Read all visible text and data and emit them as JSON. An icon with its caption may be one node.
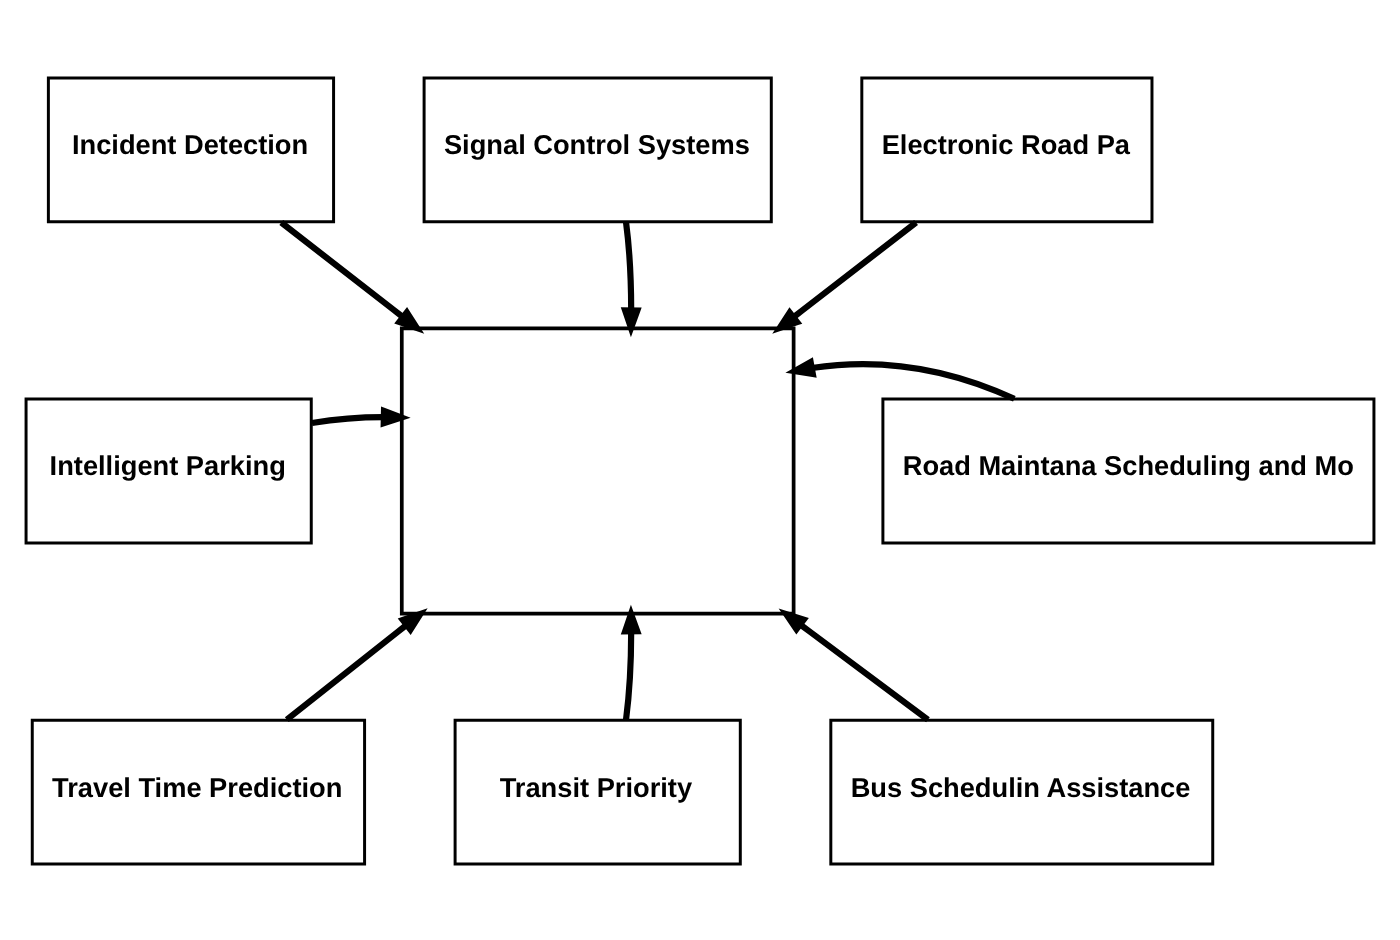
{
  "diagram": {
    "nodes": [
      {
        "text": [
          "Signal Control Systems"
        ]
      },
      {
        "text": [
          "Incident Detection"
        ]
      },
      {
        "text": [
          "Electronic Road Pa"
        ]
      },
      {
        "text": [],
        "shape": "box"
      },
      {
        "text": [
          "Intelligent Parking"
        ]
      },
      {
        "text": [
          "Road Maintana Scheduling and Mo"
        ]
      },
      {
        "text": [
          "Travel Time Prediction"
        ]
      },
      {
        "text": [
          "Transit Priority"
        ]
      },
      {
        "text": [
          "Bus Schedulin Assistance"
        ]
      }
    ],
    "edges": [
      {
        "from": 1,
        "to": 3,
        "arrow": "to"
      },
      {
        "from": 0,
        "to": 3,
        "arrow": "to"
      },
      {
        "from": 2,
        "to": 3,
        "arrow": "to"
      },
      {
        "from": 4,
        "to": 3,
        "arrow": "to"
      },
      {
        "from": 5,
        "to": 3,
        "arrow": "to"
      },
      {
        "from": 6,
        "to": 3,
        "arrow": "to"
      },
      {
        "from": 7,
        "to": 3,
        "arrow": "to"
      },
      {
        "from": 8,
        "to": 3,
        "arrow": "to"
      }
    ]
  }
}
